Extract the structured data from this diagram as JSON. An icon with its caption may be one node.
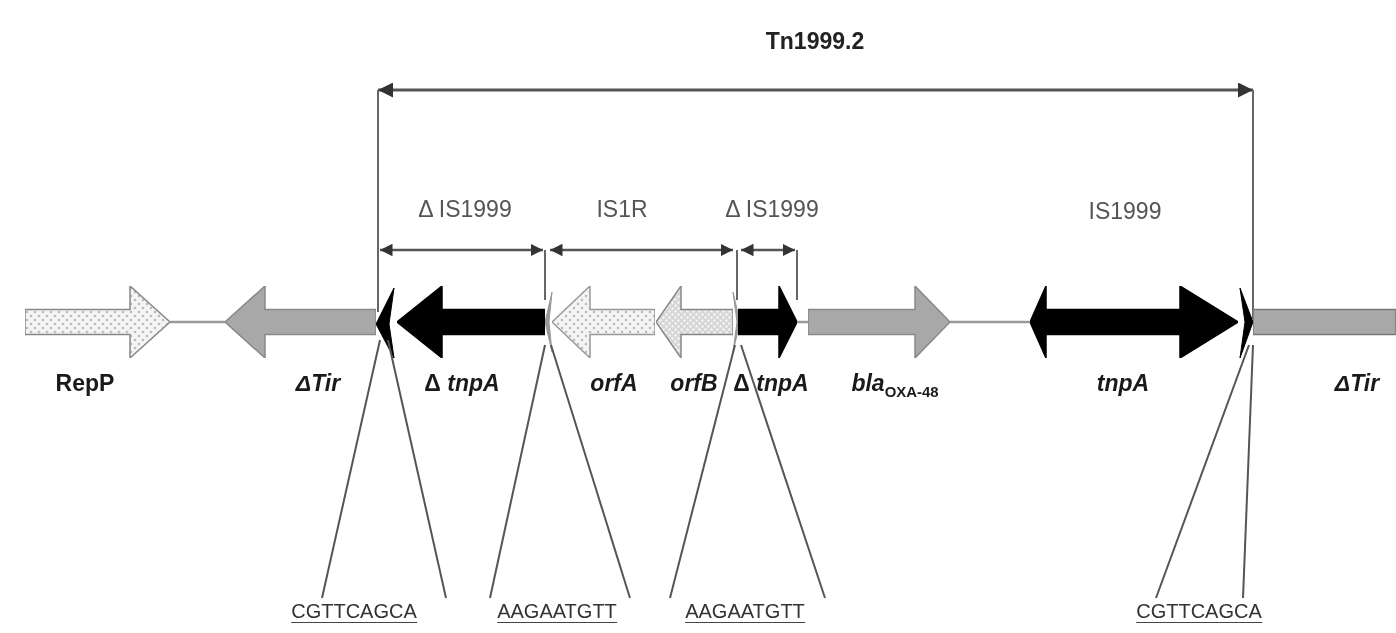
{
  "diagram": {
    "nodes": [
      {
        "text": [],
        "shape": "arrow",
        "beside": [
          "RepP"
        ]
      },
      {
        "text": [],
        "shape": "arrow",
        "beside": [
          "ΔTir"
        ]
      },
      {
        "text": [],
        "shape": "arrow",
        "beside": [
          "Δ *tnpA*"
        ]
      },
      {
        "text": [],
        "shape": "arrow",
        "beside": [
          "orfA"
        ]
      },
      {
        "text": [],
        "shape": "arrow",
        "beside": [
          "orfB"
        ]
      },
      {
        "text": [],
        "shape": "arrow",
        "beside": [
          "Δ *tnpA*"
        ]
      },
      {
        "text": [],
        "shape": "arrow",
        "beside": [
          "*bla*$_{OXA-48}$"
        ]
      },
      {
        "text": [],
        "shape": "arrow",
        "beside": [
          "tnpA"
        ]
      },
      {
        "text": [],
        "shape": "bar",
        "beside": [
          "ΔTir"
        ]
      }
    ],
    "edges": [
      {
        "from": 0,
        "to": 1,
        "arrow": "none"
      },
      {
        "from": 5,
        "to": 6,
        "arrow": "none"
      },
      {
        "from": 6,
        "to": 7,
        "arrow": "none"
      }
    ],
    "labels": [
      "Tn1999.2",
      "Δ IS1999",
      "IS1R",
      "Δ IS1999",
      "IS1999",
      "CGTTCAGCA",
      "AAGAATGTT",
      "AAGAATGTT",
      "CGTTCAGCA"
    ]
  }
}
